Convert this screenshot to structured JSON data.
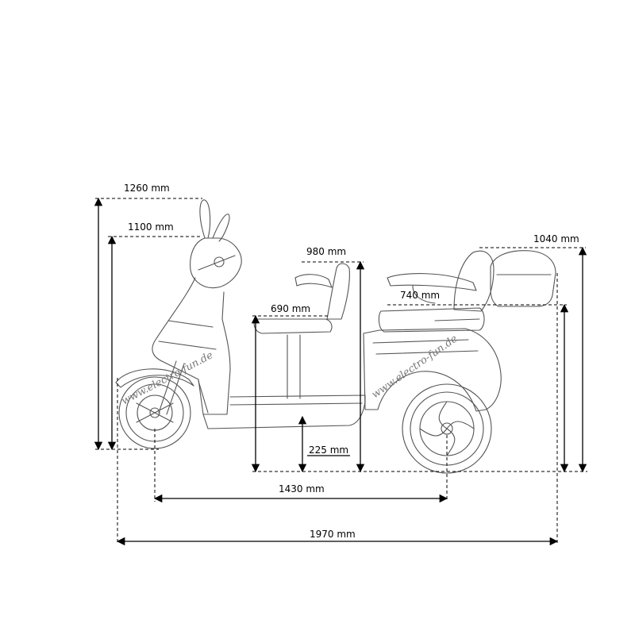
{
  "dimensions": {
    "overall_height": "1260 mm",
    "handlebar_height": "1100 mm",
    "rear_box_height": "1040 mm",
    "front_seat_back_height": "980 mm",
    "rear_seat_height": "740 mm",
    "front_seat_height": "690 mm",
    "ground_clearance": "225 mm",
    "wheelbase": "1430 mm",
    "overall_length": "1970 mm"
  },
  "watermarks": {
    "front": "www.electro-fun.de",
    "rear": "www.electro-fun.de"
  }
}
